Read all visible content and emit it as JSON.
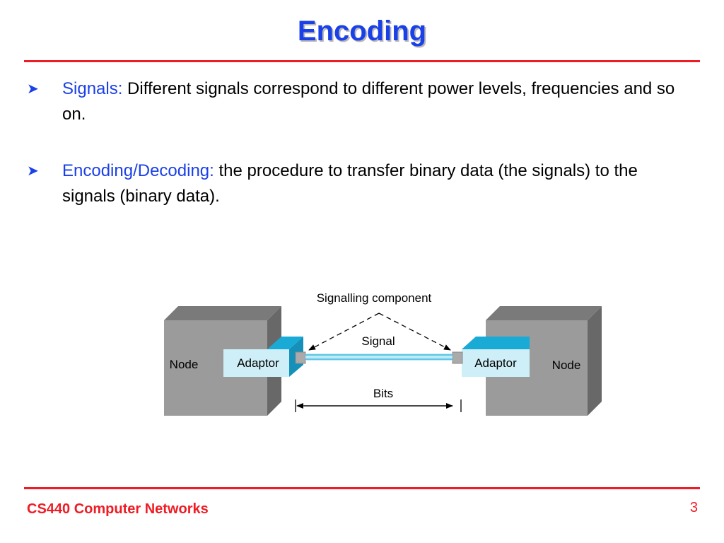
{
  "slide": {
    "title": "Encoding",
    "bullets": [
      {
        "term": "Signals:",
        "text": " Different signals correspond to different power levels, frequencies and so on."
      },
      {
        "term": "Encoding/Decoding:",
        "text": " the procedure to transfer binary data (the signals) to the signals (binary data)."
      }
    ],
    "bullet_icon": "arrow-bullet-icon"
  },
  "diagram": {
    "signalling_component_label": "Signalling component",
    "signal_label": "Signal",
    "bits_label": "Bits",
    "left_node_label": "Node",
    "right_node_label": "Node",
    "left_adaptor_label": "Adaptor",
    "right_adaptor_label": "Adaptor",
    "colors": {
      "node_front": "#999999",
      "node_top": "#777777",
      "node_side": "#666666",
      "adaptor_fill": "#cfeff8",
      "adaptor_block": "#1aaad6",
      "link": "#7fd3ec"
    }
  },
  "footer": {
    "course": "CS440 Computer Networks",
    "page_number": "3"
  }
}
